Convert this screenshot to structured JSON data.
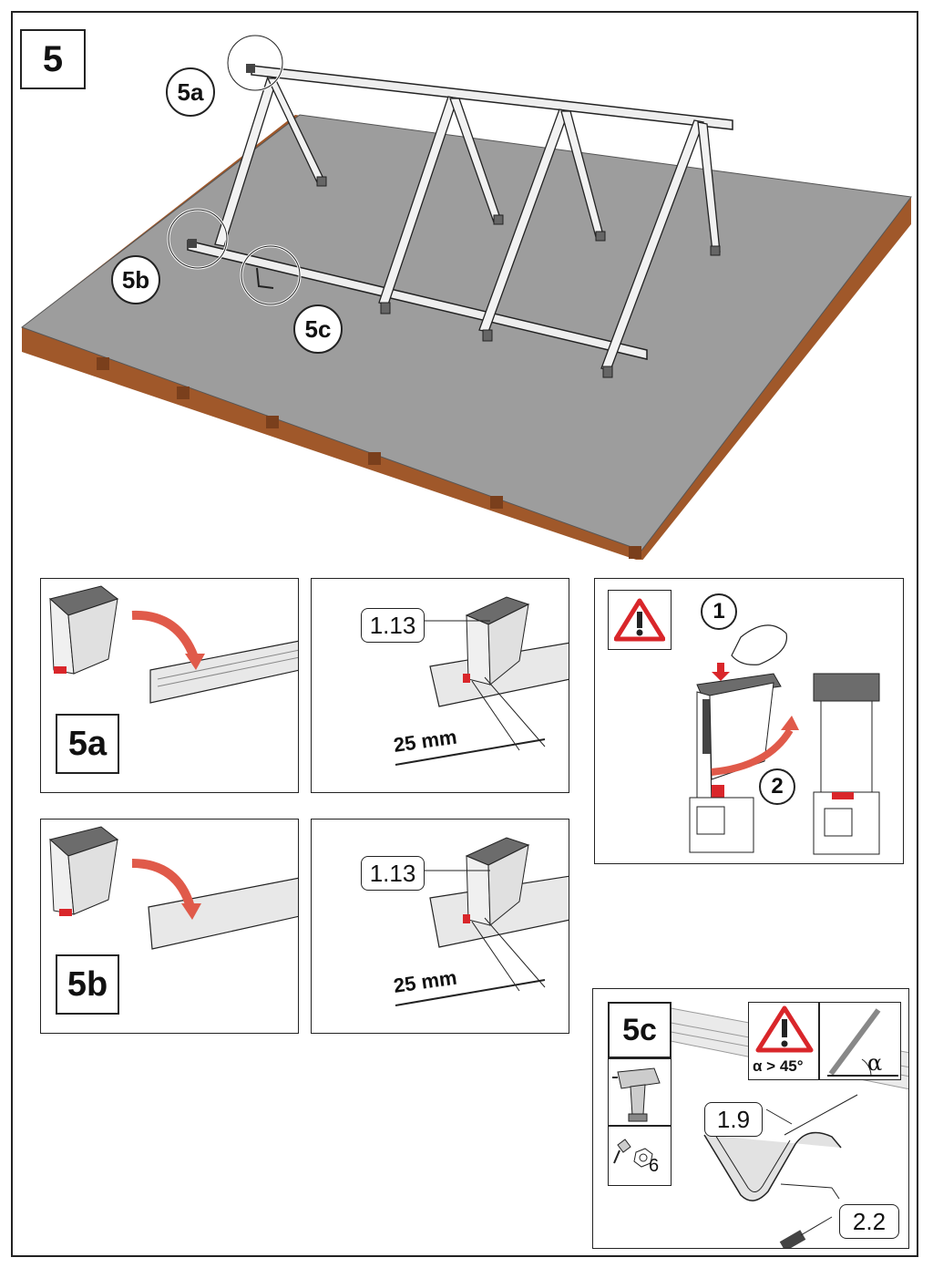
{
  "step": {
    "number": "5"
  },
  "overview": {
    "callouts": [
      "5a",
      "5b",
      "5c"
    ]
  },
  "detail_5a": {
    "label": "5a",
    "part": "1.13",
    "dimension": "25 mm"
  },
  "detail_5b": {
    "label": "5b",
    "part": "1.13",
    "dimension": "25 mm"
  },
  "warning_panel": {
    "step1": "1",
    "step2": "2"
  },
  "detail_5c": {
    "label": "5c",
    "angle_condition": "α > 45°",
    "angle_symbol": "α",
    "part_hook": "1.9",
    "part_screw": "2.2",
    "tool_size": "6"
  },
  "colors": {
    "roof": "#9d9d9d",
    "deck_edge": "#a0582a",
    "accent_red": "#d9262a",
    "clamp": "#6c6c6c",
    "rail": "#e8e8e8"
  }
}
